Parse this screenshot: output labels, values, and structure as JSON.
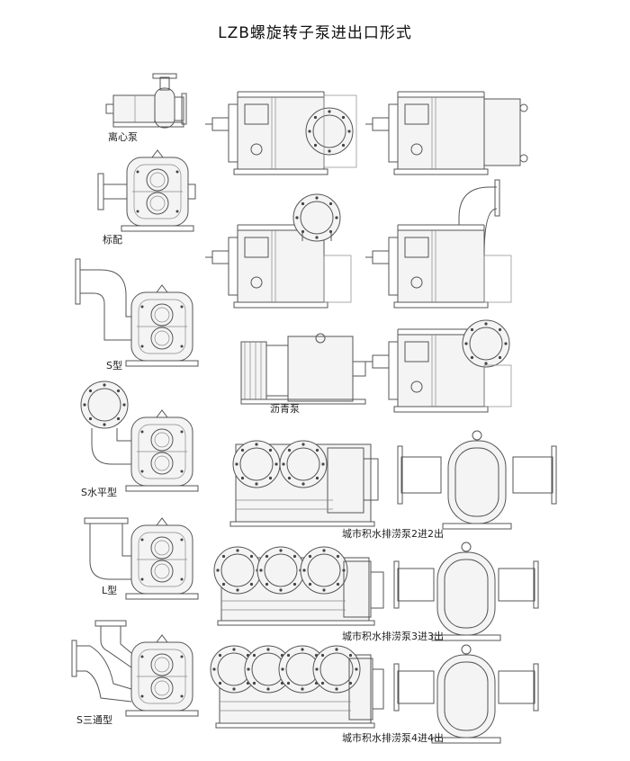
{
  "page": {
    "title": "LZB螺旋转子泵进出口形式"
  },
  "figures": [
    {
      "id": "centrifugal",
      "label": "离心泵"
    },
    {
      "id": "standard",
      "label": "标配"
    },
    {
      "id": "s-type",
      "label": "S型"
    },
    {
      "id": "s-horizontal",
      "label": "S水平型"
    },
    {
      "id": "l-type",
      "label": "L型"
    },
    {
      "id": "s-tee",
      "label": "S三通型"
    },
    {
      "id": "asphalt",
      "label": "沥青泵"
    },
    {
      "id": "drain-2",
      "label": "城市积水排涝泵2进2出"
    },
    {
      "id": "drain-3",
      "label": "城市积水排涝泵3进3出"
    },
    {
      "id": "drain-4",
      "label": "城市积水排涝泵4进4出"
    }
  ],
  "colors": {
    "line": "#555555",
    "text": "#222222",
    "background": "#ffffff"
  }
}
